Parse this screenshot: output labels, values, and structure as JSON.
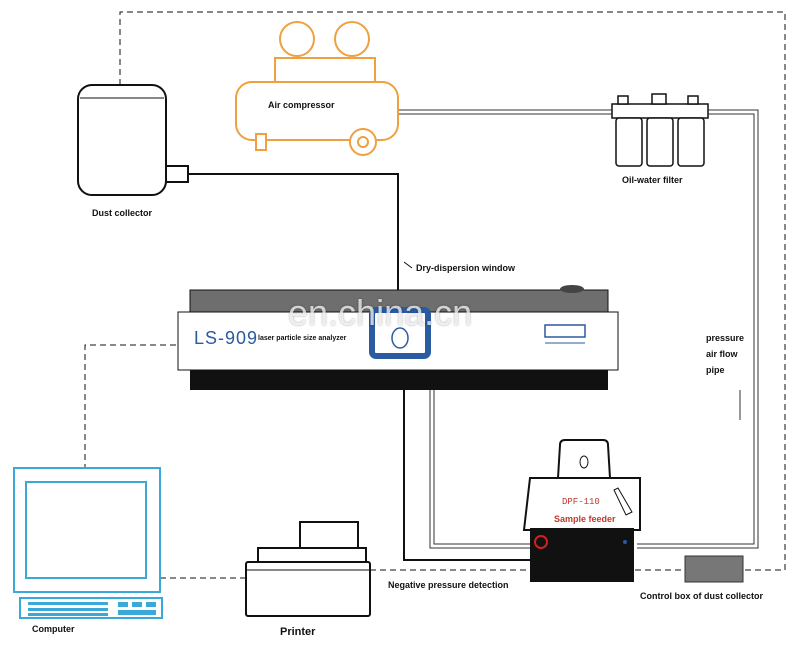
{
  "labels": {
    "air_compressor": "Air compressor",
    "dust_collector": "Dust collector",
    "oil_water_filter": "Oil-water filter",
    "dry_dispersion_window": "Dry-dispersion window",
    "pressure_line1": "pressure",
    "pressure_line2": "air flow",
    "pressure_line3": "pipe",
    "computer": "Computer",
    "printer": "Printer",
    "negative_pressure": "Negative pressure detection",
    "control_box": "Control box of dust collector",
    "sample_feeder": "Sample feeder",
    "feeder_model": "DPF-110",
    "analyzer_model": "LS-909",
    "analyzer_desc": "laser particle size analyzer",
    "watermark": "en.china.cn"
  },
  "colors": {
    "compressor_outline": "#f0a040",
    "computer_outline": "#3aa8d8",
    "feeder_text": "#c0392b",
    "analyzer_blue": "#2a5aa0",
    "lines": "#111111"
  }
}
